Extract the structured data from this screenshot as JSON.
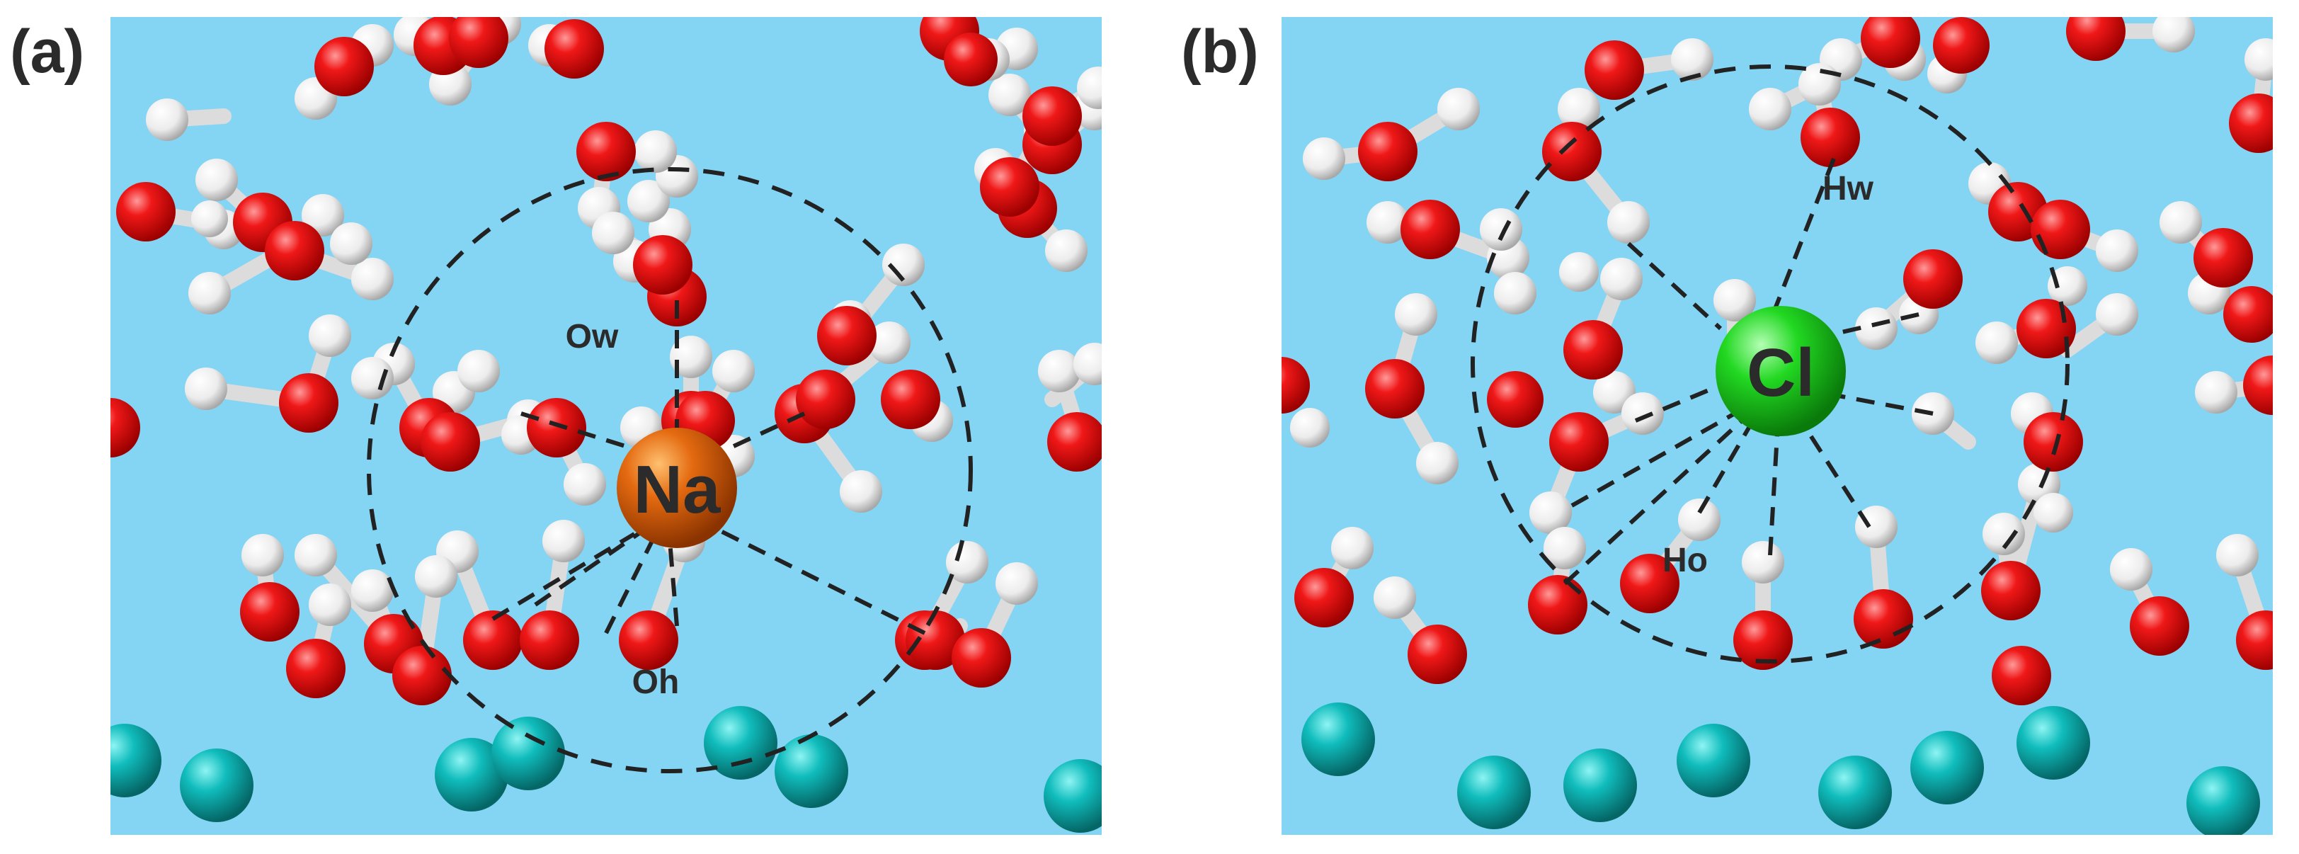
{
  "panels": [
    {
      "label": "(a)",
      "ion": {
        "symbol": "Na",
        "color": "#e06010"
      },
      "site_labels": [
        "Ow",
        "Oh"
      ]
    },
    {
      "label": "(b)",
      "ion": {
        "symbol": "Cl",
        "color": "#22cc22"
      },
      "site_labels": [
        "Hw",
        "Ho"
      ]
    }
  ],
  "colors": {
    "background": "#84d4f4",
    "oxygen": "#e01010",
    "hydrogen": "#f2f2f2",
    "surface_atom": "#10b4b4",
    "dashes": "#222222"
  }
}
